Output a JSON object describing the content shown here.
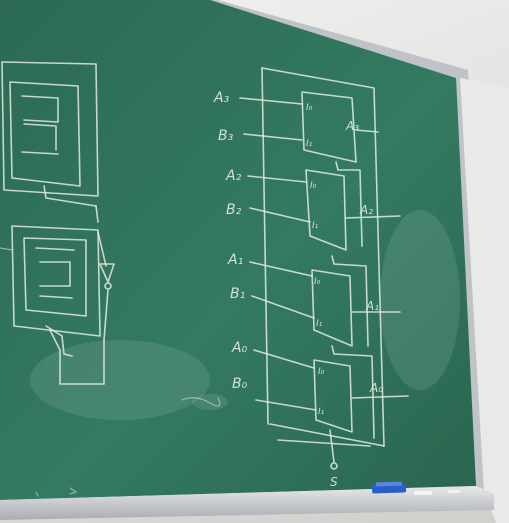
{
  "scene": {
    "kind": "photo-of-chalkboard",
    "colors": {
      "board": "#2f6f58",
      "board_dark": "#245a46",
      "frame": "#c8ccd0",
      "chalk": "#e9eee9",
      "wall": "#ebebea",
      "eraser": "#2a5fc8"
    }
  },
  "drawing": {
    "inputs": [
      "A₃",
      "B₃",
      "A₂",
      "B₂",
      "A₁",
      "B₁",
      "A₀",
      "B₀"
    ],
    "block_pins": [
      "I₀",
      "I₁",
      "I₀",
      "I₁",
      "I₀",
      "I₁",
      "I₀",
      "I₁"
    ],
    "outputs": [
      "A₃",
      "A₂",
      "A₁",
      "A₀"
    ],
    "bottom_label": "S"
  }
}
